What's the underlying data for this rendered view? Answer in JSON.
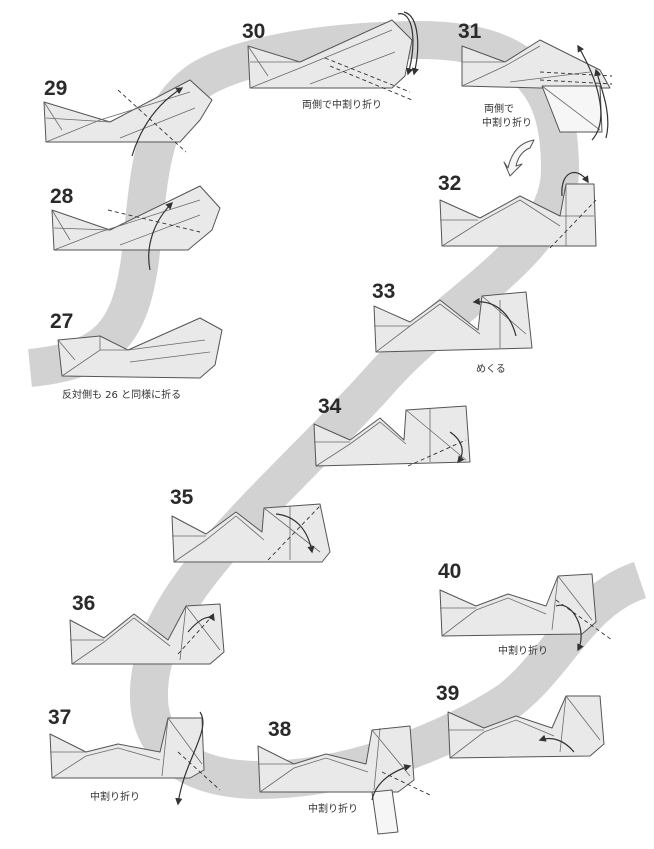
{
  "colors": {
    "path_band": "#d2d2d2",
    "paper": "#e9e9e9",
    "outline": "#555555",
    "text": "#2a2a2a"
  },
  "steps": [
    {
      "number": "27",
      "caption": "反対側も 26 と同様に折る"
    },
    {
      "number": "28",
      "caption": ""
    },
    {
      "number": "29",
      "caption": ""
    },
    {
      "number": "30",
      "caption": "両側で中割り折り"
    },
    {
      "number": "31",
      "caption_line1": "両側で",
      "caption_line2": "中割り折り"
    },
    {
      "number": "32",
      "caption": ""
    },
    {
      "number": "33",
      "caption": "めくる"
    },
    {
      "number": "34",
      "caption": ""
    },
    {
      "number": "35",
      "caption": ""
    },
    {
      "number": "36",
      "caption": ""
    },
    {
      "number": "37",
      "caption": "中割り折り"
    },
    {
      "number": "38",
      "caption": "中割り折り"
    },
    {
      "number": "39",
      "caption": ""
    },
    {
      "number": "40",
      "caption": "中割り折り"
    }
  ]
}
